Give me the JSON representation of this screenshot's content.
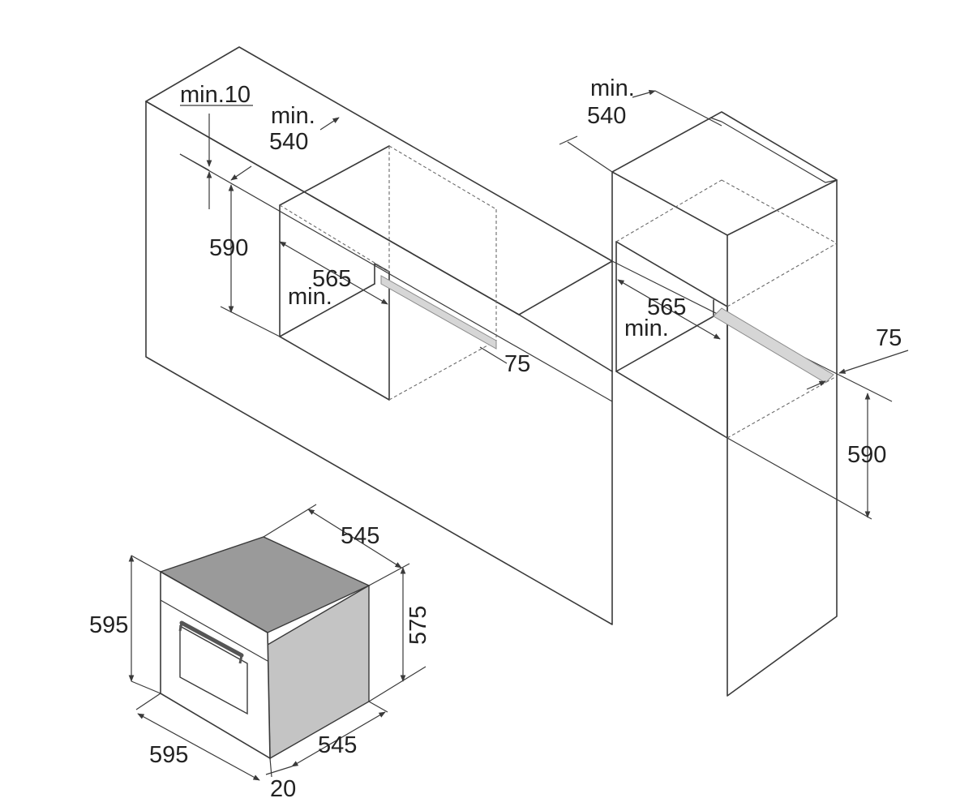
{
  "colors": {
    "line": "#3a3a3a",
    "oven_top": "#9a9a9a",
    "oven_side": "#c4c4c4",
    "vent": "#d6d6d6",
    "text": "#222222"
  },
  "labels": {
    "left_cabinet": {
      "clearance_top": "min.10",
      "depth_min": "min.",
      "depth_value": "540",
      "height": "590",
      "width_value": "565",
      "width_min": "min.",
      "vent": "75"
    },
    "right_cabinet": {
      "depth_min": "min.",
      "depth_value": "540",
      "width_value": "565",
      "width_min": "min.",
      "vent": "75",
      "height": "590"
    },
    "oven": {
      "depth_top": "545",
      "height_body": "575",
      "height_front": "595",
      "width_front": "595",
      "depth_bottom": "545",
      "door_thickness": "20"
    }
  }
}
